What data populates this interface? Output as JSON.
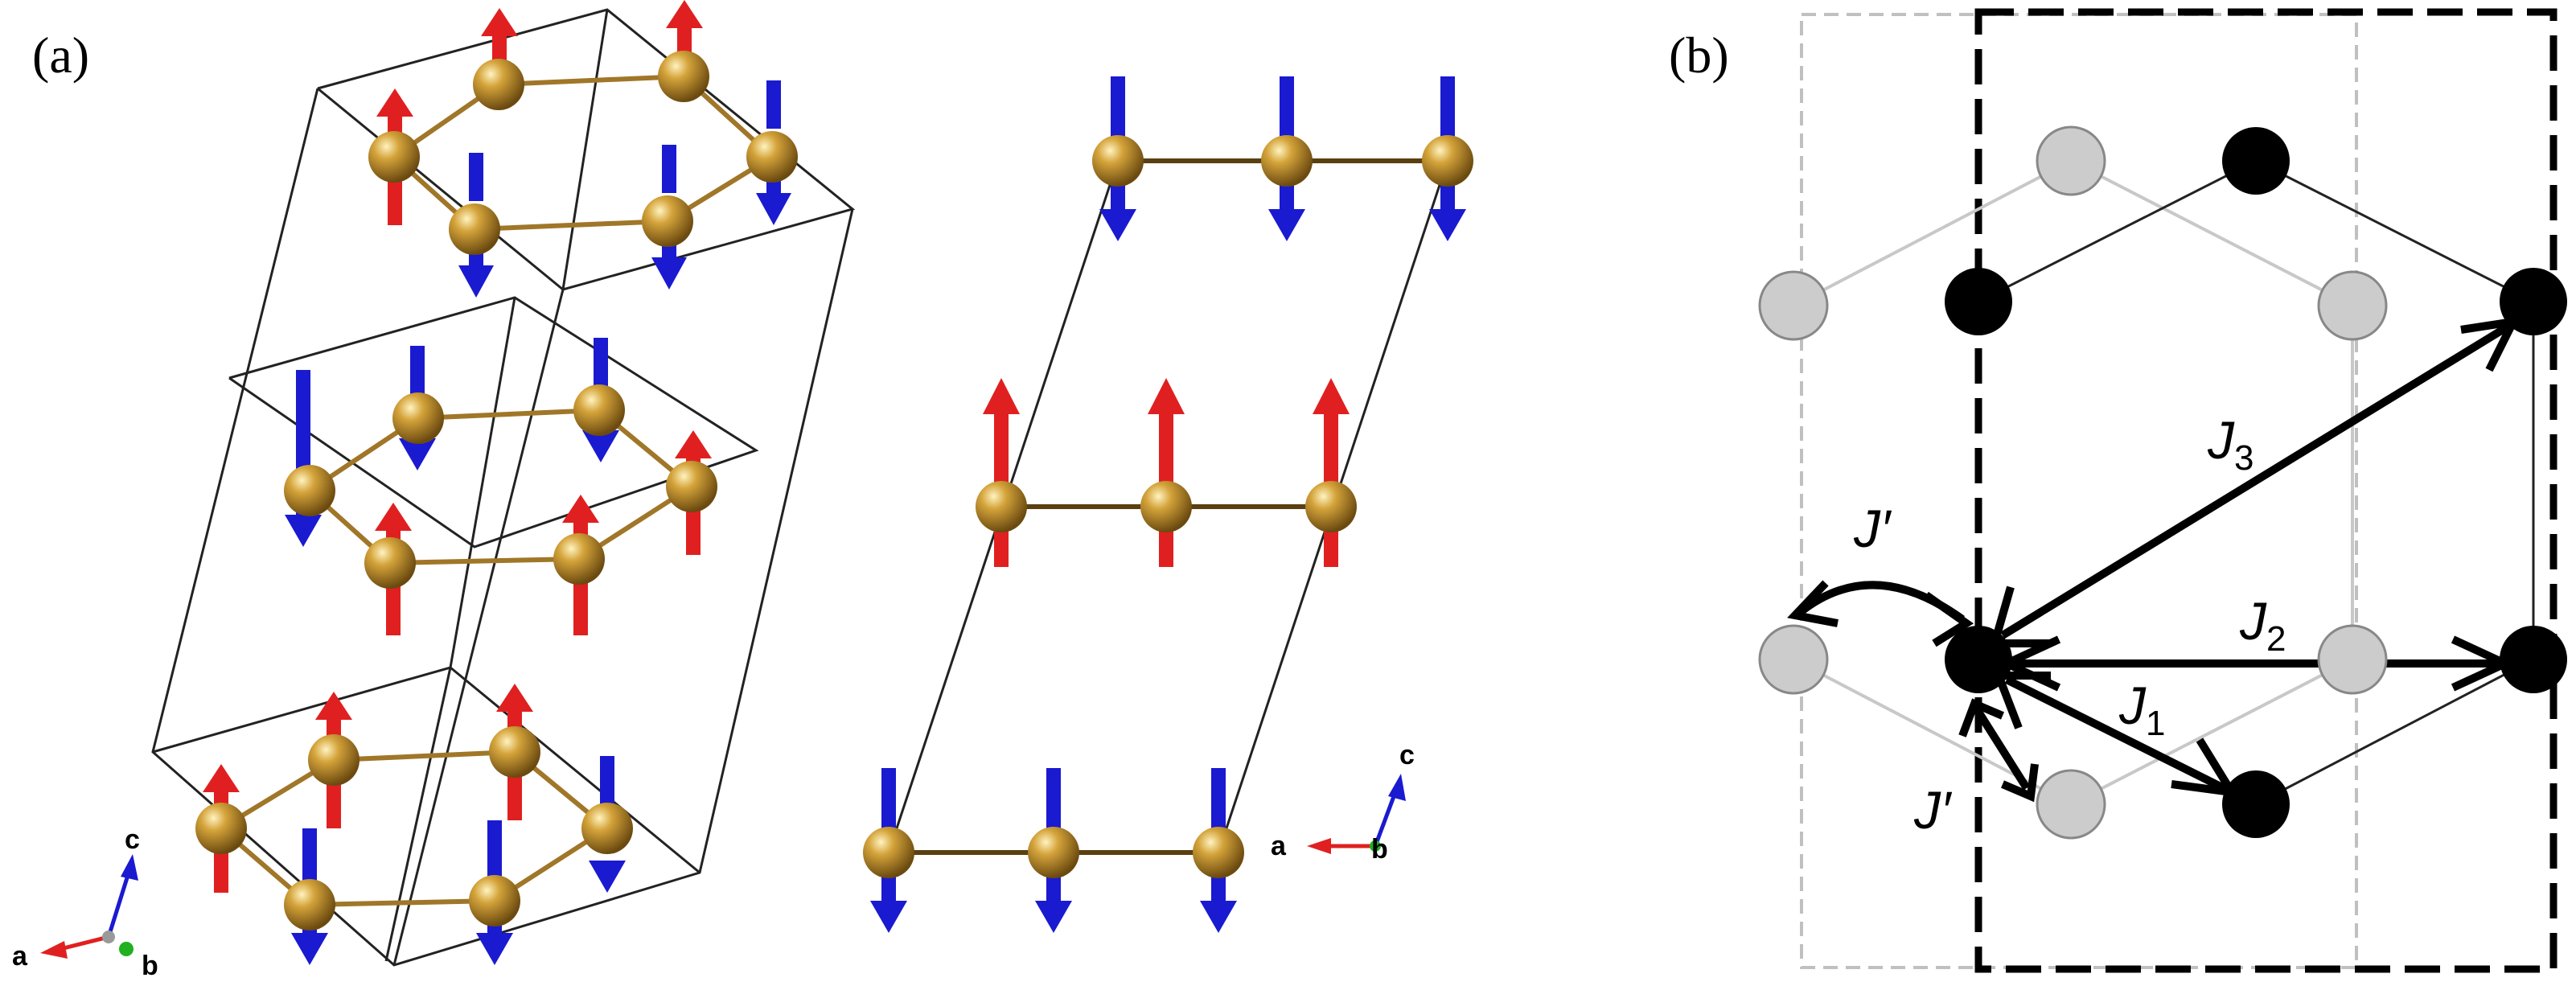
{
  "figure": {
    "panel_a_label": "(a)",
    "panel_b_label": "(b)"
  },
  "panel_a": {
    "axes_left": {
      "a": "a",
      "b": "b",
      "c": "c"
    },
    "axes_right": {
      "a": "a",
      "b": "b",
      "c": "c"
    }
  },
  "panel_b": {
    "labels": {
      "J3": "J",
      "J3_sub": "3",
      "J2": "J",
      "J2_sub": "2",
      "J1": "J",
      "J1_sub": "1",
      "Jprime_top": "J′",
      "Jprime_bottom": "J′"
    }
  },
  "colors": {
    "atom": "#b8862b",
    "spin_up": "#e02020",
    "spin_down": "#1a1ad0",
    "bond": "#a07628",
    "site_black": "#000000",
    "site_gray": "#cccccc"
  }
}
